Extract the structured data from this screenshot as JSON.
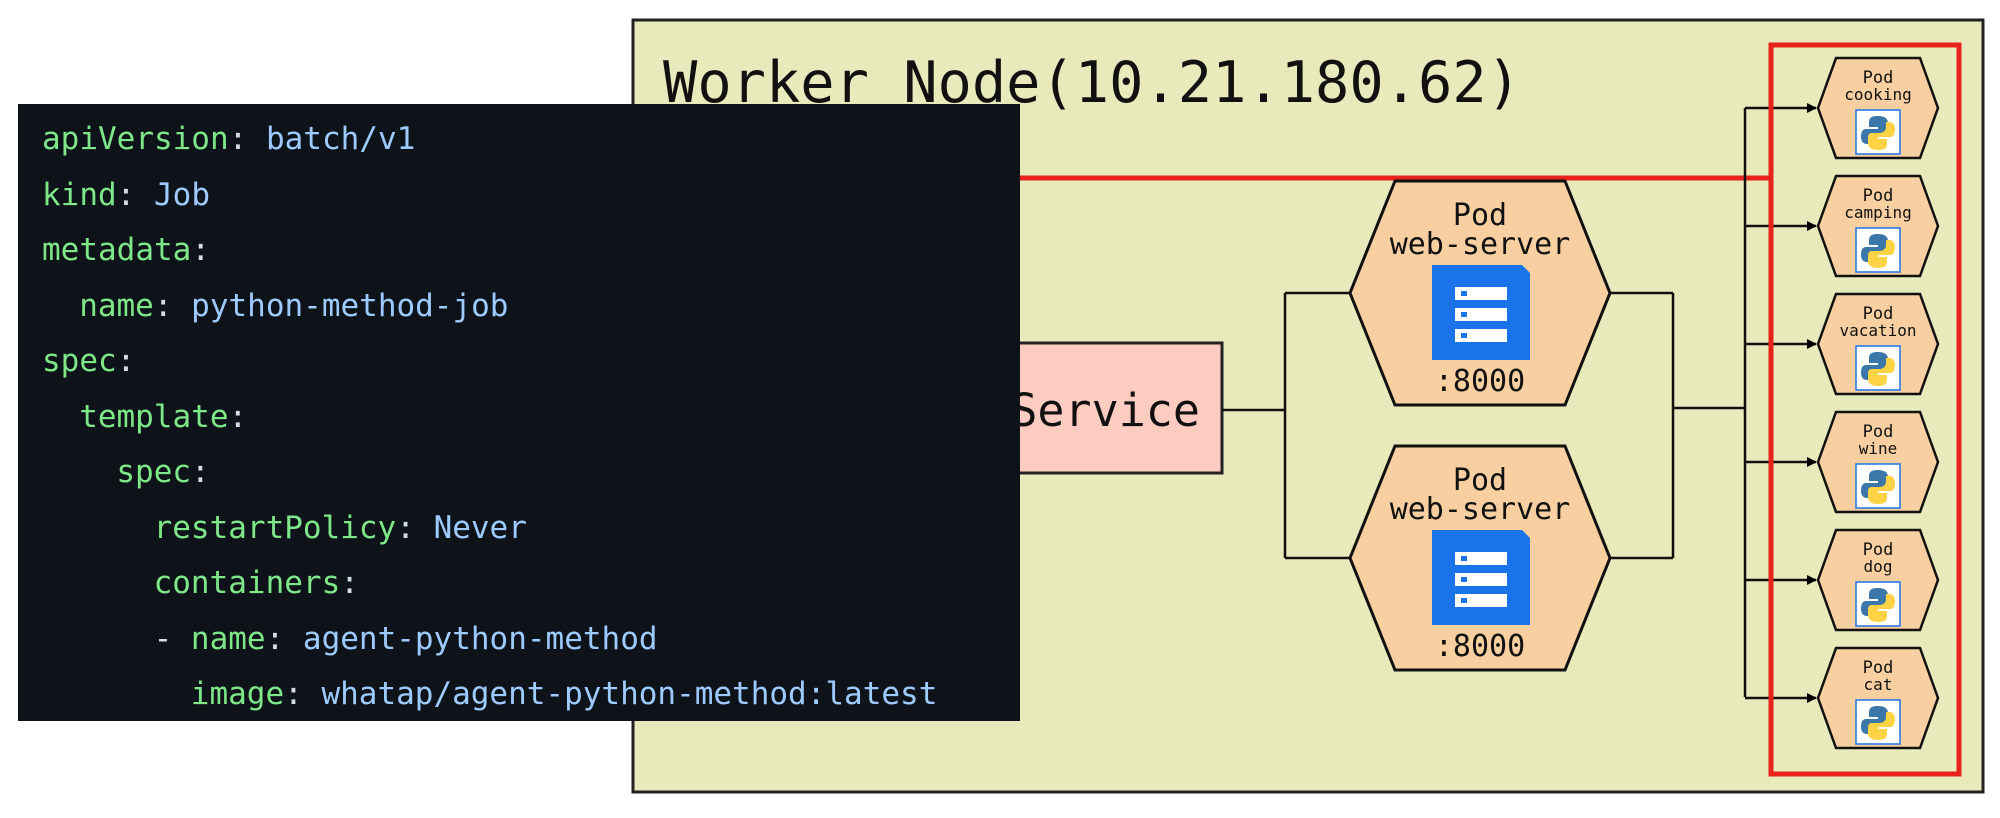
{
  "worker_node": {
    "title": "Worker Node(10.21.180.62)"
  },
  "service": {
    "label": "Service"
  },
  "web_server_pods": [
    {
      "label": "Pod",
      "name": "web-server",
      "port": ":8000"
    },
    {
      "label": "Pod",
      "name": "web-server",
      "port": ":8000"
    }
  ],
  "python_pods": [
    {
      "label": "Pod",
      "name": "cooking"
    },
    {
      "label": "Pod",
      "name": "camping"
    },
    {
      "label": "Pod",
      "name": "vacation"
    },
    {
      "label": "Pod",
      "name": "wine"
    },
    {
      "label": "Pod",
      "name": "dog"
    },
    {
      "label": "Pod",
      "name": "cat"
    }
  ],
  "yaml": {
    "lines": [
      {
        "indent": "",
        "dash": "",
        "key": "apiVersion",
        "value": "batch/v1"
      },
      {
        "indent": "",
        "dash": "",
        "key": "kind",
        "value": "Job"
      },
      {
        "indent": "",
        "dash": "",
        "key": "metadata",
        "value": ""
      },
      {
        "indent": "  ",
        "dash": "",
        "key": "name",
        "value": "python-method-job"
      },
      {
        "indent": "",
        "dash": "",
        "key": "spec",
        "value": ""
      },
      {
        "indent": "  ",
        "dash": "",
        "key": "template",
        "value": ""
      },
      {
        "indent": "    ",
        "dash": "",
        "key": "spec",
        "value": ""
      },
      {
        "indent": "      ",
        "dash": "",
        "key": "restartPolicy",
        "value": "Never"
      },
      {
        "indent": "      ",
        "dash": "",
        "key": "containers",
        "value": ""
      },
      {
        "indent": "      ",
        "dash": "- ",
        "key": "name",
        "value": "agent-python-method"
      },
      {
        "indent": "        ",
        "dash": "",
        "key": "image",
        "value": "whatap/agent-python-method:latest"
      }
    ]
  },
  "colors": {
    "node_fill": "#e8eabc",
    "pod_fill": "#f7cfa0",
    "service_fill": "#fdccc1",
    "highlight": "#e8231c",
    "server_icon": "#1a73e8",
    "yaml_bg": "#0e131a"
  }
}
